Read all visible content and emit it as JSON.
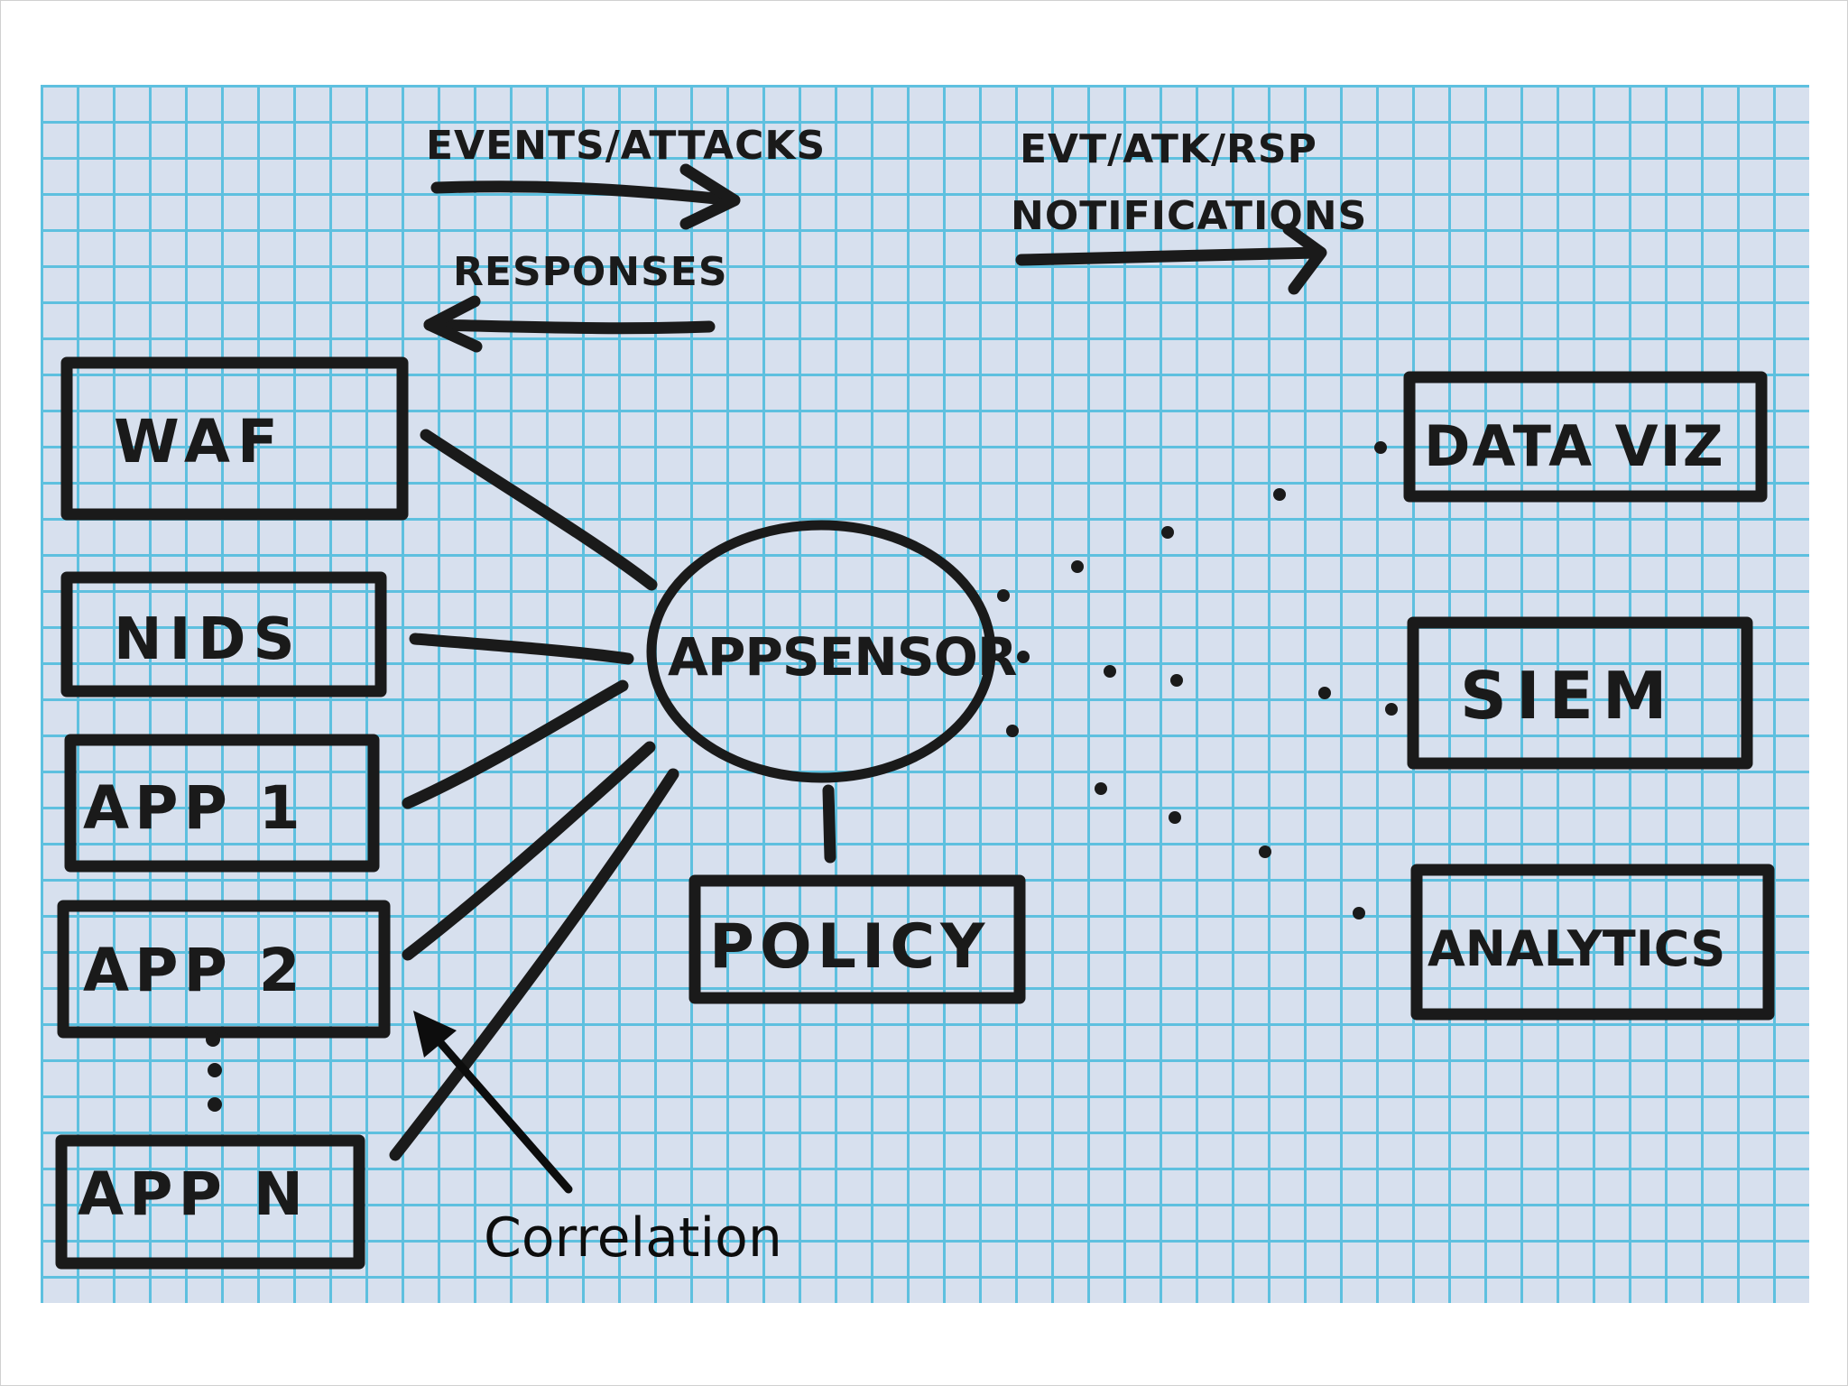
{
  "legend": {
    "events_attacks": "EVENTS/ATTACKS",
    "responses": "RESPONSES",
    "notifications_line1": "EVT/ATK/RSP",
    "notifications_line2": "NOTIFICATIONS"
  },
  "sources": [
    "WAF",
    "NIDS",
    "APP 1",
    "APP 2",
    "APP N"
  ],
  "hub": "APPSENSOR",
  "policy": "POLICY",
  "outputs": [
    "DATA VIZ",
    "SIEM",
    "ANALYTICS"
  ],
  "annotation": "Correlation"
}
